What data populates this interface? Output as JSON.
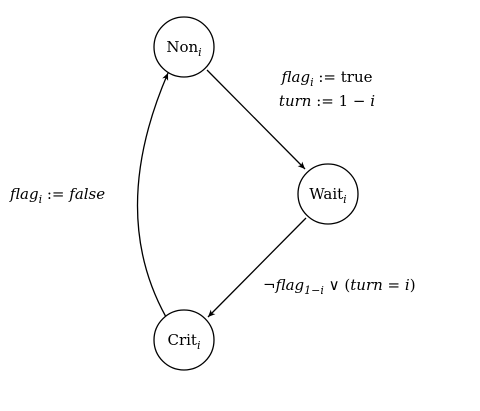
{
  "states": {
    "non": {
      "name": "Non",
      "sub": "i"
    },
    "wait": {
      "name": "Wait",
      "sub": "i"
    },
    "crit": {
      "name": "Crit",
      "sub": "i"
    }
  },
  "transitions": {
    "non_to_wait": {
      "line1": {
        "var": "flag",
        "sub": "i",
        "rest": " := true"
      },
      "line2": {
        "var": "turn",
        "rest": " := 1 − ",
        "tail": "i"
      }
    },
    "wait_to_crit": {
      "neg": "¬",
      "var": "flag",
      "sub": "1−i",
      "or": " ∨ (",
      "turn": "turn",
      "eq": " = ",
      "i": "i",
      "close": ")"
    },
    "crit_to_non": {
      "var": "flag",
      "sub": "i",
      "assign": " := ",
      "value": "false"
    }
  }
}
